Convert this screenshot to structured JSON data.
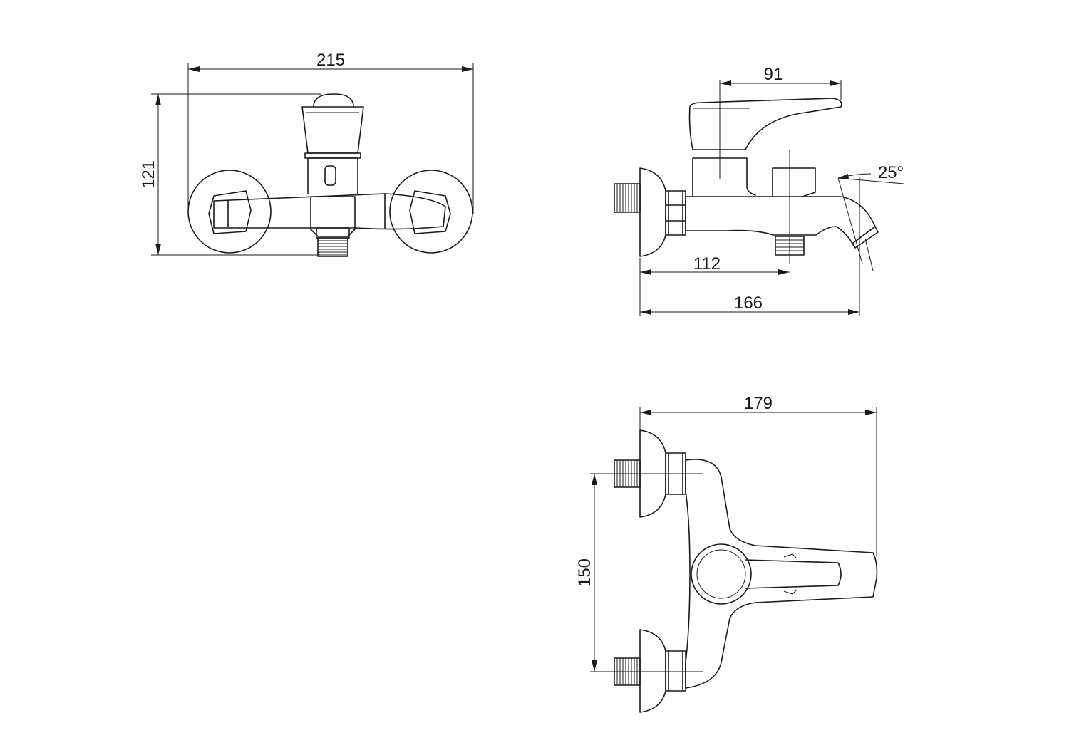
{
  "dimensions": {
    "front_width": "215",
    "front_height": "121",
    "side_handle": "91",
    "side_angle": "25°",
    "side_spout_outlet": "112",
    "side_depth": "166",
    "top_depth": "179",
    "top_centers": "150"
  }
}
